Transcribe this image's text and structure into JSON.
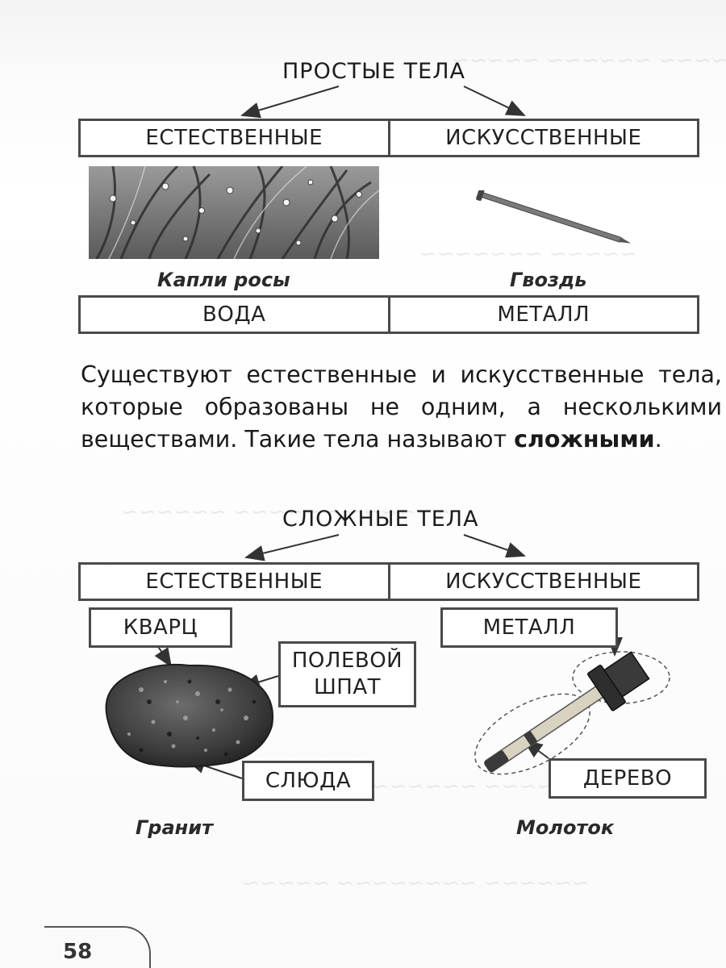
{
  "simple_bodies": {
    "title": "ПРОСТЫЕ ТЕЛА",
    "left_header": "ЕСТЕСТВЕННЫЕ",
    "right_header": "ИСКУССТВЕННЫЕ",
    "left_caption": "Капли росы",
    "right_caption": "Гвоздь",
    "left_substance": "ВОДА",
    "right_substance": "МЕТАЛЛ"
  },
  "paragraph": {
    "text": "Существуют естественные и искусственные тела, которые образованы не одним, а несколькими веществами. Такие тела называют ",
    "bold": "сложными",
    "end": "."
  },
  "complex_bodies": {
    "title": "СЛОЖНЫЕ ТЕЛА",
    "left_header": "ЕСТЕСТВЕННЫЕ",
    "right_header": "ИСКУССТВЕННЫЕ",
    "labels": {
      "quartz": "КВАРЦ",
      "feldspar_line1": "ПОЛЕВОЙ",
      "feldspar_line2": "ШПАТ",
      "mica": "СЛЮДА",
      "metal": "МЕТАЛЛ",
      "wood": "ДЕРЕВО"
    },
    "left_caption": "Гранит",
    "right_caption": "Молоток"
  },
  "page_number": "58"
}
